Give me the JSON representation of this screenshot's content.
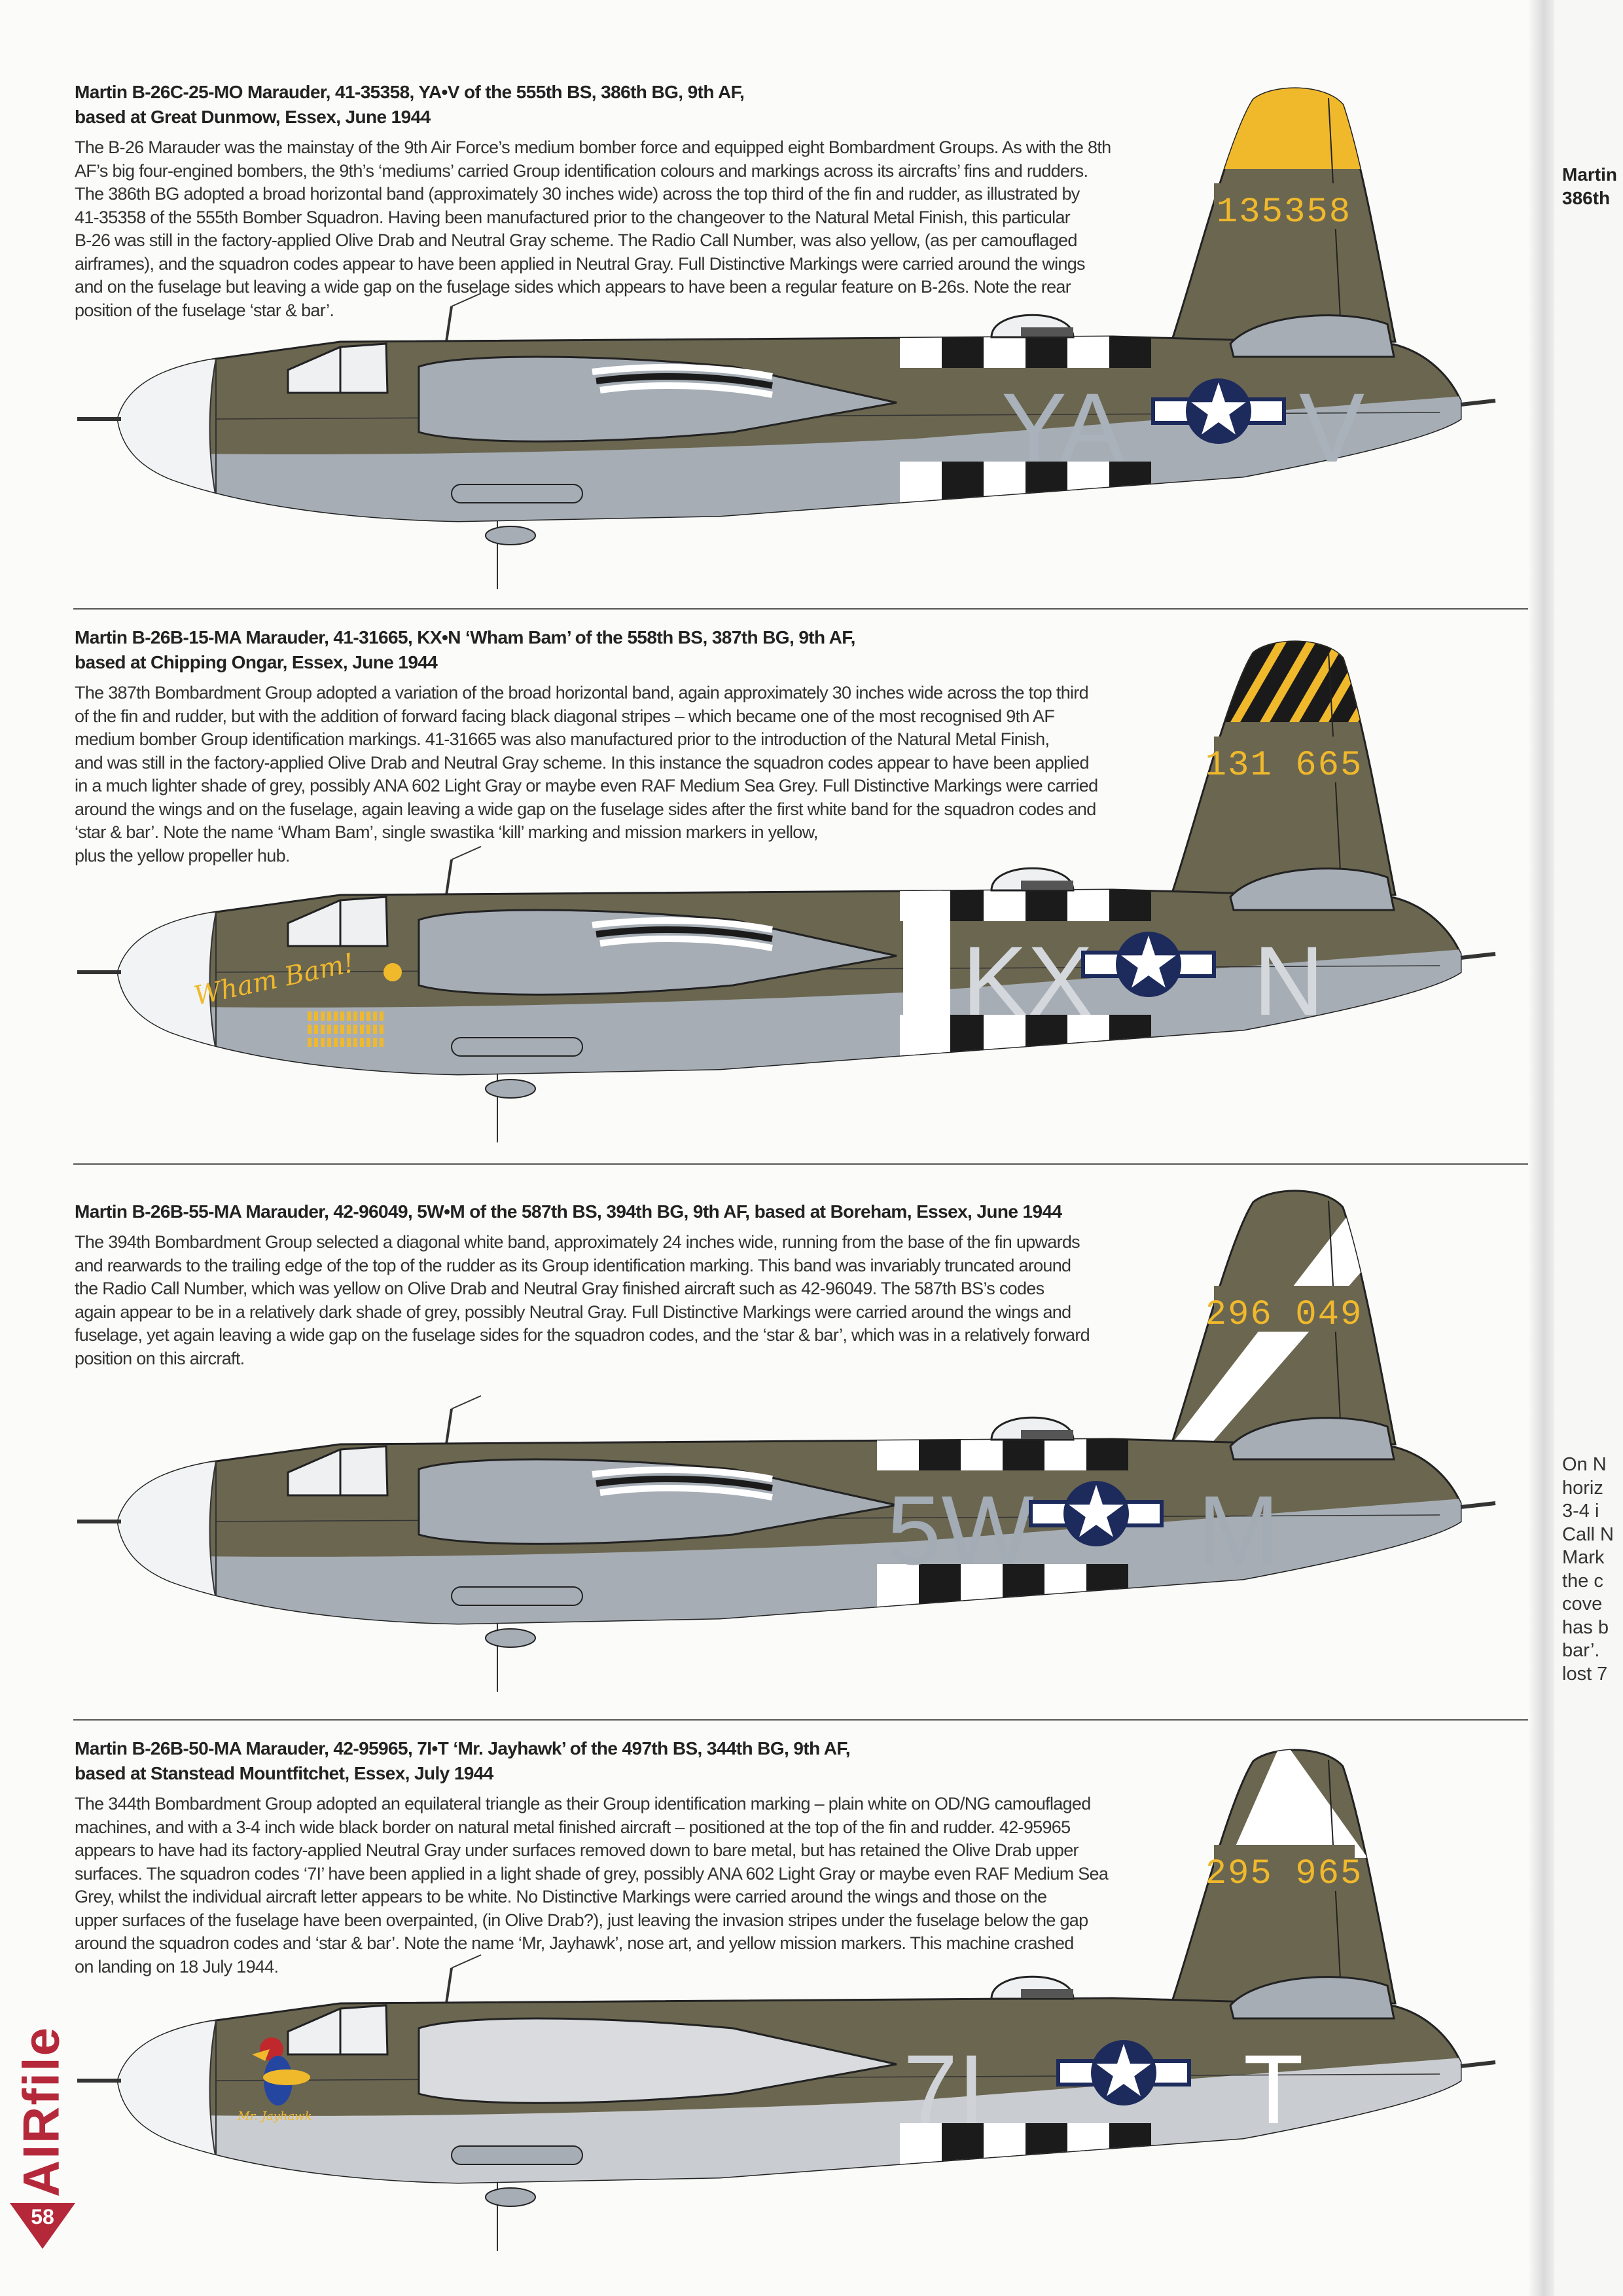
{
  "page_number": "58",
  "magazine_logo": "AIRfile",
  "profiles": [
    {
      "title_lines": [
        "Martin B-26C-25-MO Marauder, 41-35358, YA•V of the 555th BS, 386th BG, 9th AF,",
        "based at Great Dunmow, Essex, June 1944"
      ],
      "body_lines": [
        "The B-26 Marauder was the mainstay of the 9th Air Force’s medium bomber force and equipped eight Bombardment Groups. As with the 8th",
        "AF’s big four-engined bombers, the 9th’s ‘mediums’ carried Group identification colours and markings across its aircrafts’ fins and rudders.",
        "The 386th BG adopted a broad horizontal band (approximately 30 inches wide) across the top third of the fin and rudder, as illustrated by",
        "41-35358 of the 555th Bomber Squadron. Having been manufactured prior to the changeover to the Natural Metal Finish, this particular",
        "B-26 was still in the factory-applied Olive Drab and Neutral Gray scheme. The Radio Call Number, was also yellow, (as per camouflaged",
        "airframes), and the squadron codes appear to have been applied in Neutral Gray. Full Distinctive Markings were carried around the wings",
        "and on the fuselage but leaving a wide gap on the fuselage sides which appears to have been a regular feature on B-26s. Note the rear",
        "position of the fuselage ‘star & bar’."
      ],
      "aircraft": {
        "serial": "135358",
        "codes": "YA",
        "letter": "V",
        "fin_marking": "yellow-band",
        "code_color": "#a9b1ba",
        "letter_color": "#a9b1ba",
        "nose_art": ""
      }
    },
    {
      "title_lines": [
        "Martin B-26B-15-MA Marauder, 41-31665, KX•N ‘Wham Bam’ of the 558th BS, 387th BG, 9th AF,",
        "based at Chipping Ongar, Essex, June 1944"
      ],
      "body_lines": [
        "The 387th Bombardment Group adopted a variation of the broad horizontal band, again approximately 30 inches wide  across the top third",
        "of the fin and rudder, but with the addition of forward facing black diagonal stripes – which became one of the most recognised 9th AF",
        "medium bomber Group identification markings. 41-31665 was also manufactured prior to the introduction of the Natural Metal Finish,",
        "and was still in the factory-applied Olive Drab and Neutral Gray scheme. In this instance the squadron codes appear to have been applied",
        "in a much lighter shade of grey, possibly ANA 602 Light Gray or maybe even RAF Medium Sea Grey. Full Distinctive Markings were carried",
        "around the wings and on the fuselage, again leaving a wide gap on the fuselage sides after the first white band for the squadron codes and",
        "‘star & bar’. Note the name ‘Wham Bam’, single swastika ‘kill’ marking and mission markers in yellow,",
        "plus the yellow propeller hub."
      ],
      "aircraft": {
        "serial": "131 665",
        "codes": "KX",
        "letter": "N",
        "fin_marking": "yellow-band-black-stripes",
        "code_color": "#d4d8dc",
        "letter_color": "#d4d8dc",
        "nose_art": "Wham Bam!"
      }
    },
    {
      "title_lines": [
        "Martin B-26B-55-MA Marauder, 42-96049, 5W•M of the 587th BS, 394th BG, 9th AF, based at Boreham, Essex, June 1944"
      ],
      "body_lines": [
        "The 394th Bombardment Group selected a diagonal white band, approximately 24 inches wide, running from the base of the fin upwards",
        "and rearwards to the trailing edge of the top of the rudder as its Group identification marking. This band was invariably truncated around",
        "the Radio Call Number, which was yellow on Olive Drab and Neutral Gray finished aircraft such as  42-96049. The 587th BS’s codes",
        "again appear to be in a relatively dark shade of grey, possibly Neutral Gray. Full Distinctive Markings were carried around the wings and",
        "fuselage, yet again leaving a wide gap on the fuselage sides for the squadron codes, and the ‘star & bar’, which was in a relatively forward",
        "position on this aircraft."
      ],
      "aircraft": {
        "serial": "296 049",
        "codes": "5W",
        "letter": "M",
        "fin_marking": "white-diagonal",
        "code_color": "#a3abb4",
        "letter_color": "#a3abb4",
        "nose_art": ""
      }
    },
    {
      "title_lines": [
        "Martin B-26B-50-MA Marauder, 42-95965, 7I•T ‘Mr. Jayhawk’ of the 497th BS, 344th BG, 9th AF,",
        "based at Stanstead Mountfitchet, Essex, July 1944"
      ],
      "body_lines": [
        "The 344th Bombardment Group adopted an equilateral triangle as their Group identification marking – plain white on OD/NG camouflaged",
        "machines, and with a 3-4 inch wide black border on natural metal finished aircraft – positioned at the top of the fin and rudder. 42-95965",
        "appears to have had its factory-applied Neutral Gray under surfaces removed down to bare metal, but has retained the Olive Drab upper",
        "surfaces. The squadron codes ‘7I’ have been applied in a light shade of grey, possibly ANA 602 Light Gray or maybe even RAF Medium Sea",
        "Grey, whilst the individual aircraft letter appears to be white. No Distinctive Markings were carried around the wings and those on the",
        "upper surfaces of the fuselage have been overpainted, (in Olive Drab?), just leaving the invasion stripes under the fuselage below the gap",
        "around the squadron codes and ‘star & bar’. Note the name ‘Mr, Jayhawk’, nose art, and yellow mission markers. This machine crashed",
        "on landing on 18 July 1944."
      ],
      "aircraft": {
        "serial": "295 965",
        "codes": "7I",
        "letter": "T",
        "fin_marking": "white-triangle",
        "code_color": "#cfd3d7",
        "letter_color": "#ffffff",
        "nose_art": "Mr. Jayhawk"
      }
    }
  ],
  "next_page": {
    "title_lines": [
      "Martin",
      "386th"
    ],
    "body_lines": [
      "On N",
      "horiz",
      "3-4 i",
      "Call N",
      "Mark",
      "the c",
      "cove",
      "has b",
      "bar’.",
      "lost 7"
    ]
  },
  "colors": {
    "olive_drab": "#6b6650",
    "neutral_gray": "#a6adb5",
    "yellow": "#f0b92c",
    "insignia_blue": "#1d2a5c",
    "metal": "#c9ccd0",
    "brand_red": "#b5283a"
  }
}
